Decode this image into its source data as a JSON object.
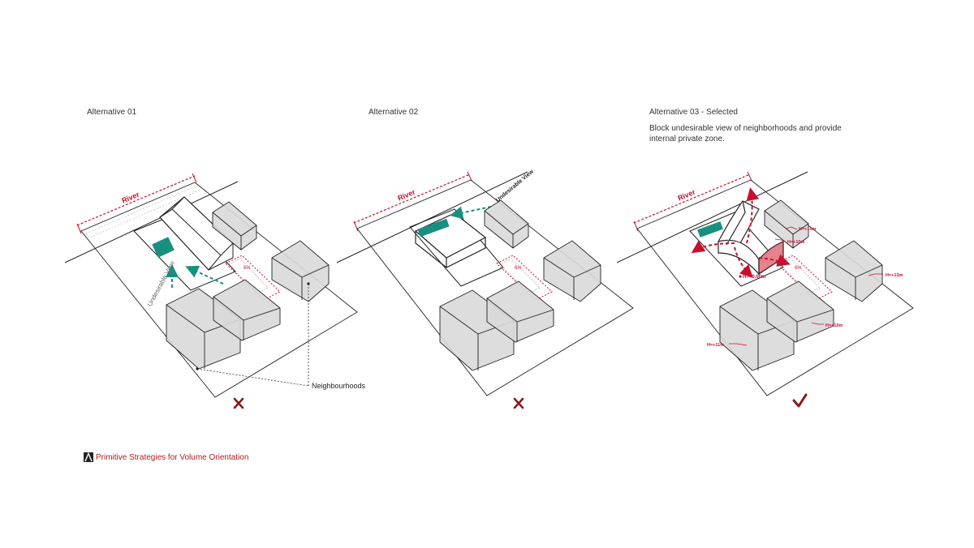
{
  "panels": [
    {
      "title": "Alternative 01",
      "verdict_icon": "cross-icon"
    },
    {
      "title": "Alternative 02",
      "verdict_icon": "cross-icon"
    },
    {
      "title": "Alternative 03 - Selected",
      "verdict_icon": "check-icon",
      "description": "Block undesirable view of neighborhoods and provide internal private zone."
    }
  ],
  "labels": {
    "river": "River",
    "undesirable_view": "Undesirable View",
    "neighbourhoods": "Neighbourhoods",
    "setback": "6m",
    "h_000": "H=+0.00m",
    "h_10a": "H=+10m",
    "h_10b": "H=+10m",
    "h_13": "H=+13m",
    "h_10c": "H=+10m",
    "h_11": "H=+11m"
  },
  "caption": "Primitive Strategies for Volume Orientation",
  "colors": {
    "accent_red": "#c8102e",
    "teal": "#17907f",
    "pink": "#e8808e",
    "grey_box": "#d9d9d9",
    "verdict_red": "#8b1a1a"
  }
}
